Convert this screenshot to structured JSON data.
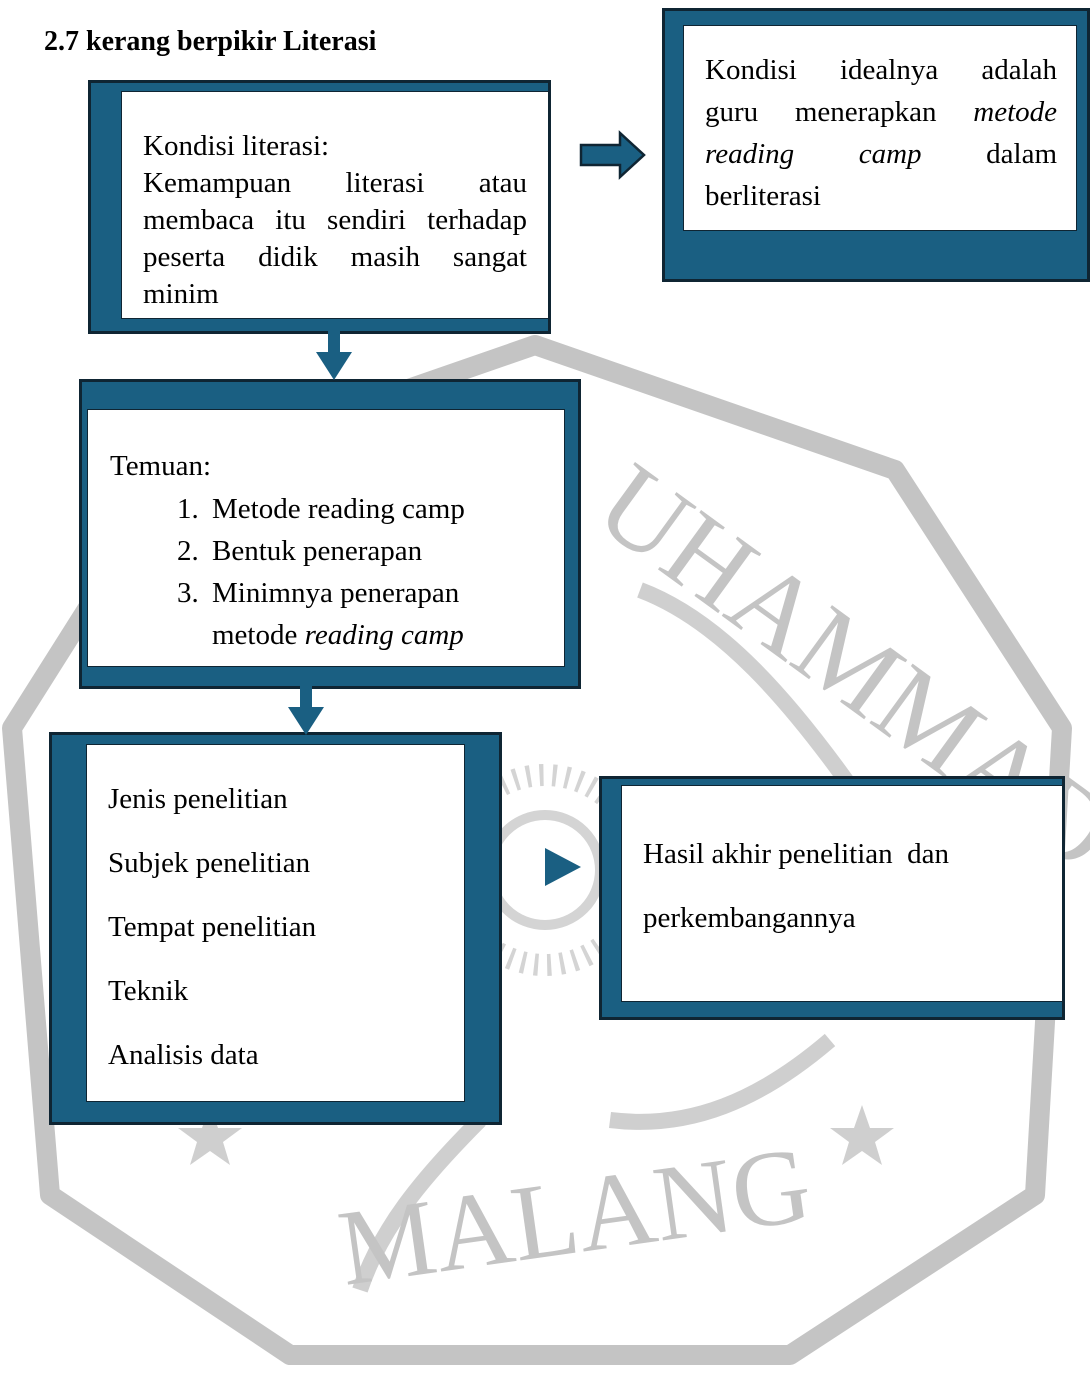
{
  "title": "2.7 kerang berpikir Literasi",
  "box_condition": {
    "heading": "Kondisi literasi:",
    "lines": [
      "Kemampuan literasi atau",
      "membaca itu sendiri terhadap",
      "peserta didik masih sangat"
    ],
    "last_line": "minim"
  },
  "box_ideal": {
    "line1": "Kondisi idealnya adalah",
    "line2_start": "guru menerapkan",
    "line2_em": "metode",
    "line3_em1": "reading",
    "line3_em2": "camp",
    "line3_end": "dalam",
    "line4": "berliterasi"
  },
  "box_findings": {
    "heading": "Temuan:",
    "items": [
      "Metode reading camp",
      "Bentuk penerapan",
      "Minimnya penerapan"
    ],
    "item3_cont": "metode",
    "item3_em": "reading camp"
  },
  "box_method": {
    "items": [
      "Jenis penelitian",
      "Subjek penelitian",
      "Tempat penelitian",
      "Teknik",
      "Analisis data"
    ]
  },
  "box_result": {
    "line1": "Hasil akhir penelitian  dan",
    "line2": "perkembangannya"
  },
  "watermark": {
    "top": "UHAMMAD",
    "bottom": "MALANG"
  },
  "colors": {
    "box_fill": "#1a5f82",
    "box_border": "#0f2533",
    "watermark": "#c4c4c4"
  }
}
